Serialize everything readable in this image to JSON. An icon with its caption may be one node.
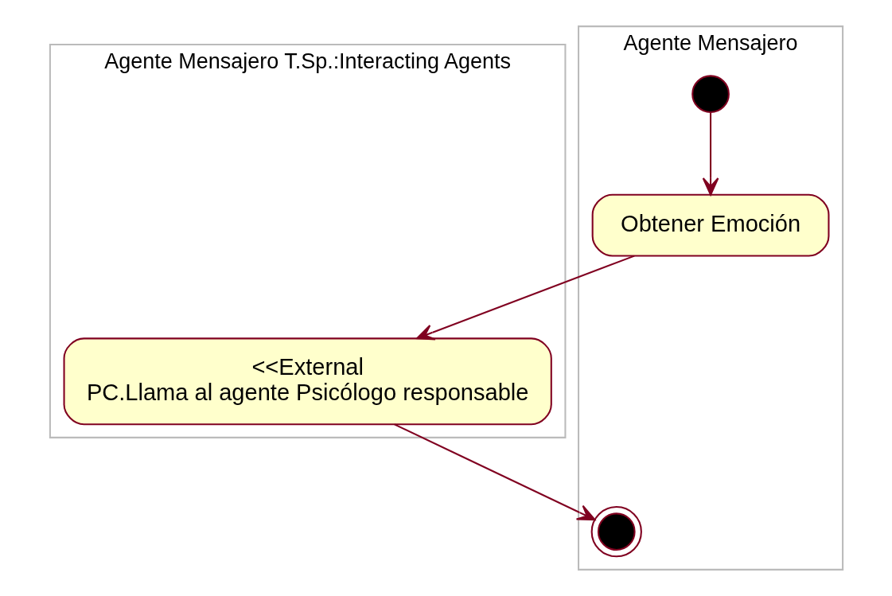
{
  "diagram": {
    "nodes": [
      {
        "text": [
          "Agente Mensajero T.Sp.:Interacting Agents"
        ]
      },
      {
        "text": [
          "Agente Mensajero"
        ]
      },
      {
        "text": [],
        "shape": "circle",
        "in": 1
      },
      {
        "text": [
          "Obtener Emoción"
        ],
        "in": 1
      },
      {
        "text": [
          "<<External",
          "PC.Llama al agente Psicólogo responsable"
        ],
        "in": 0
      },
      {
        "text": [],
        "shape": "circle",
        "in": 1
      }
    ],
    "edges": [
      {
        "from": 2,
        "to": 3,
        "arrow": "to"
      },
      {
        "from": 3,
        "to": 4,
        "arrow": "to"
      },
      {
        "from": 4,
        "to": 5,
        "arrow": "to"
      }
    ]
  }
}
